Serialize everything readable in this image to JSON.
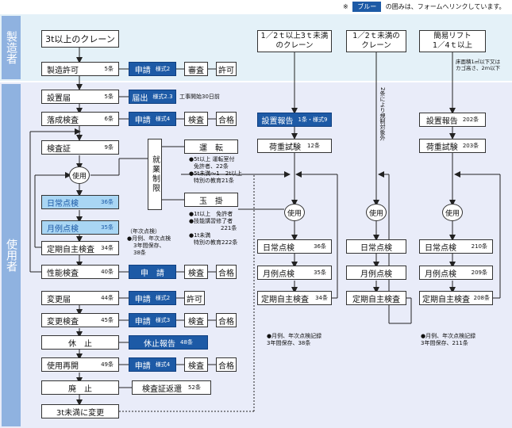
{
  "legend": {
    "mark": "※",
    "chip": "ブルー",
    "text": "の囲みは、フォームへリンクしています。"
  },
  "sections": {
    "maker": "製造者",
    "user": "使用者"
  },
  "top": {
    "crane3t": "3t以上のクレーン",
    "mfg_permit": "製造許可",
    "mfg_art": "5条",
    "apply": "申請",
    "apply_form": "様式2",
    "review": "審査",
    "permit": "許可"
  },
  "left": {
    "install_notice": "設置届",
    "install_art": "5条",
    "notify": "届出",
    "notify_form": "様式2.3",
    "notify_note": "工事開始30日前",
    "completion": "落成検査",
    "completion_art": "6条",
    "apply1": "申請",
    "apply1_form": "様式4",
    "inspect": "検査",
    "pass": "合格",
    "certificate": "検査証",
    "certificate_art": "9条",
    "use": "使用",
    "daily": "日常点検",
    "daily_art": "36条",
    "monthly": "月例点検",
    "monthly_art": "35条",
    "periodic": "定期自主検査",
    "periodic_art": "34条",
    "annual_note": [
      "（年次点検）",
      "●月例、年次点検",
      "3年間保存、",
      "38条"
    ],
    "performance": "性能検査",
    "performance_art": "40条",
    "apply2": "申　請",
    "inspect2": "検査",
    "pass2": "合格",
    "change_notice": "変更届",
    "change_art": "44条",
    "apply3": "申請",
    "apply3_form": "様式2",
    "permit2": "許可",
    "change_insp": "変更検査",
    "change_insp_art": "45条",
    "apply4": "申請",
    "apply4_form": "様式3",
    "inspect3": "検査",
    "pass3": "合格",
    "suspend": "休　止",
    "suspend_report": "休止報告",
    "suspend_art": "48条",
    "resume": "使用再開",
    "resume_art": "49条",
    "apply5": "申請",
    "apply5_form": "様式4",
    "inspect4": "検査",
    "pass4": "合格",
    "abolish": "廃　止",
    "cert_return": "検査証返還",
    "cert_return_art": "52条",
    "change_under3t": "3t未満に変更"
  },
  "qual": {
    "restriction": "就業制限",
    "operation": "運　転",
    "op_note": [
      "●5t以上 運転室付",
      "免許者、22条",
      "●5t未満～1　2t以上",
      "特別の教育21条"
    ],
    "slinging": "玉　掛",
    "sl_note": [
      "●1t以上　免許者",
      "●技能講習修了者",
      "221条",
      "●1t未満",
      "特別の教育222条"
    ]
  },
  "col2": {
    "title": [
      "1／2ｔ以上3ｔ未満",
      "のクレーン"
    ],
    "install_report": "設置報告",
    "install_report_art": "1条・様式9",
    "load_test": "荷重試験",
    "load_test_art": "12条",
    "use": "使用",
    "daily": "日常点検",
    "daily_art": "36条",
    "monthly": "月例点検",
    "monthly_art": "35条",
    "periodic": "定期自主検査",
    "periodic_art": "34条",
    "note": [
      "●月例、年次点検記録",
      "3年間保存、38条"
    ]
  },
  "col3": {
    "title": [
      "1／2ｔ未満の",
      "クレーン"
    ],
    "vertical_note": "2条により規制対象外",
    "use": "使用",
    "daily": "日常点検",
    "monthly": "月例点検",
    "periodic": "定期自主検査"
  },
  "col4": {
    "title": [
      "簡易リフト",
      "1／4ｔ以上"
    ],
    "side_note": [
      "床面積1㎡以下又は",
      "カゴ高さ、2ｍ以下"
    ],
    "install_report": "設置報告",
    "install_report_art": "202条",
    "load_test": "荷重試験",
    "load_test_art": "203条",
    "use": "使用",
    "daily": "日常点検",
    "daily_art": "210条",
    "monthly": "月例点検",
    "monthly_art": "209条",
    "periodic": "定期自主検査",
    "periodic_art": "208条",
    "note": [
      "●月例、年次点検記録",
      "3年間保存、211条"
    ]
  }
}
